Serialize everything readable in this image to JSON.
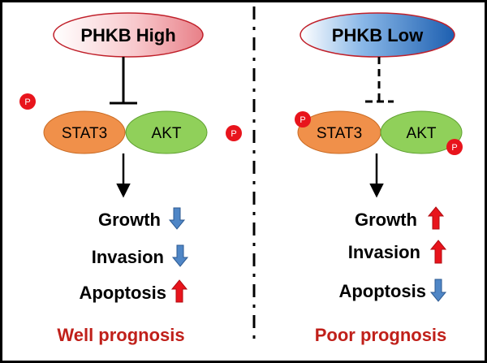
{
  "colors": {
    "stat3_fill": "#f0904a",
    "akt_fill": "#90d05a",
    "phospho_fill": "#e8141c",
    "up_arrow": "#e8141c",
    "down_arrow": "#4f86c6",
    "prognosis_text": "#c0201a",
    "border": "#000000"
  },
  "left_panel": {
    "title": "PHKB High",
    "node_a": "STAT3",
    "node_b": "AKT",
    "phospho_label": "P",
    "effects": [
      {
        "label": "Growth",
        "direction": "down"
      },
      {
        "label": "Invasion",
        "direction": "down"
      },
      {
        "label": "Apoptosis",
        "direction": "up"
      }
    ],
    "prognosis": "Well prognosis"
  },
  "right_panel": {
    "title": "PHKB Low",
    "node_a": "STAT3",
    "node_b": "AKT",
    "phospho_label": "P",
    "effects": [
      {
        "label": "Growth",
        "direction": "up"
      },
      {
        "label": "Invasion",
        "direction": "up"
      },
      {
        "label": "Apoptosis",
        "direction": "down"
      }
    ],
    "prognosis": "Poor prognosis"
  }
}
